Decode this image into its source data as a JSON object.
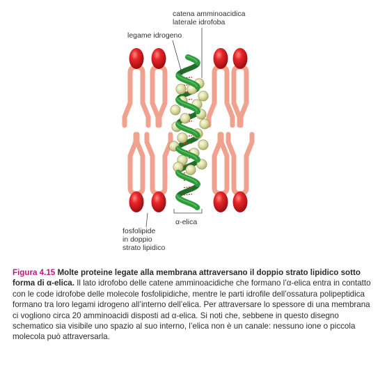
{
  "labels": {
    "chain_line1": "catena amminoacidica",
    "chain_line2": "laterale idrofoba",
    "hbond": "legame idrogeno",
    "helix": "α-elica",
    "phospho_line1": "fosfolipide",
    "phospho_line2": "in doppio",
    "phospho_line3": "strato lipidico"
  },
  "caption": {
    "figure_number": "Figura 4.15",
    "headline": "Molte proteine legate alla membrana attraversano il doppio strato lipidico sotto forma di α-elica.",
    "body": "Il lato idrofobo delle catene amminoacidiche che formano l’α-elica entra in contatto con le code idrofobe delle molecole fosfolipidiche, mentre le parti idrofile dell’ossatura polipeptidica formano tra loro legami idrogeno all’interno dell’elica. Per attraversare lo spessore di una membrana ci vogliono circa 20 amminoacidi disposti ad α-elica. Si noti che, sebbene in questo disegno schematico sia visibile uno spazio al suo interno, l’elica non è un canale: nessuno ione o piccola molecola può attraversarla."
  },
  "colors": {
    "head_red": "#d4151b",
    "tail_salmon": "#f0a28e",
    "helix_green": "#2f9a3c",
    "sidechain_bead": "#dfe0a6",
    "hbond_red": "#d63a2a",
    "caption_magenta": "#c0187a"
  }
}
